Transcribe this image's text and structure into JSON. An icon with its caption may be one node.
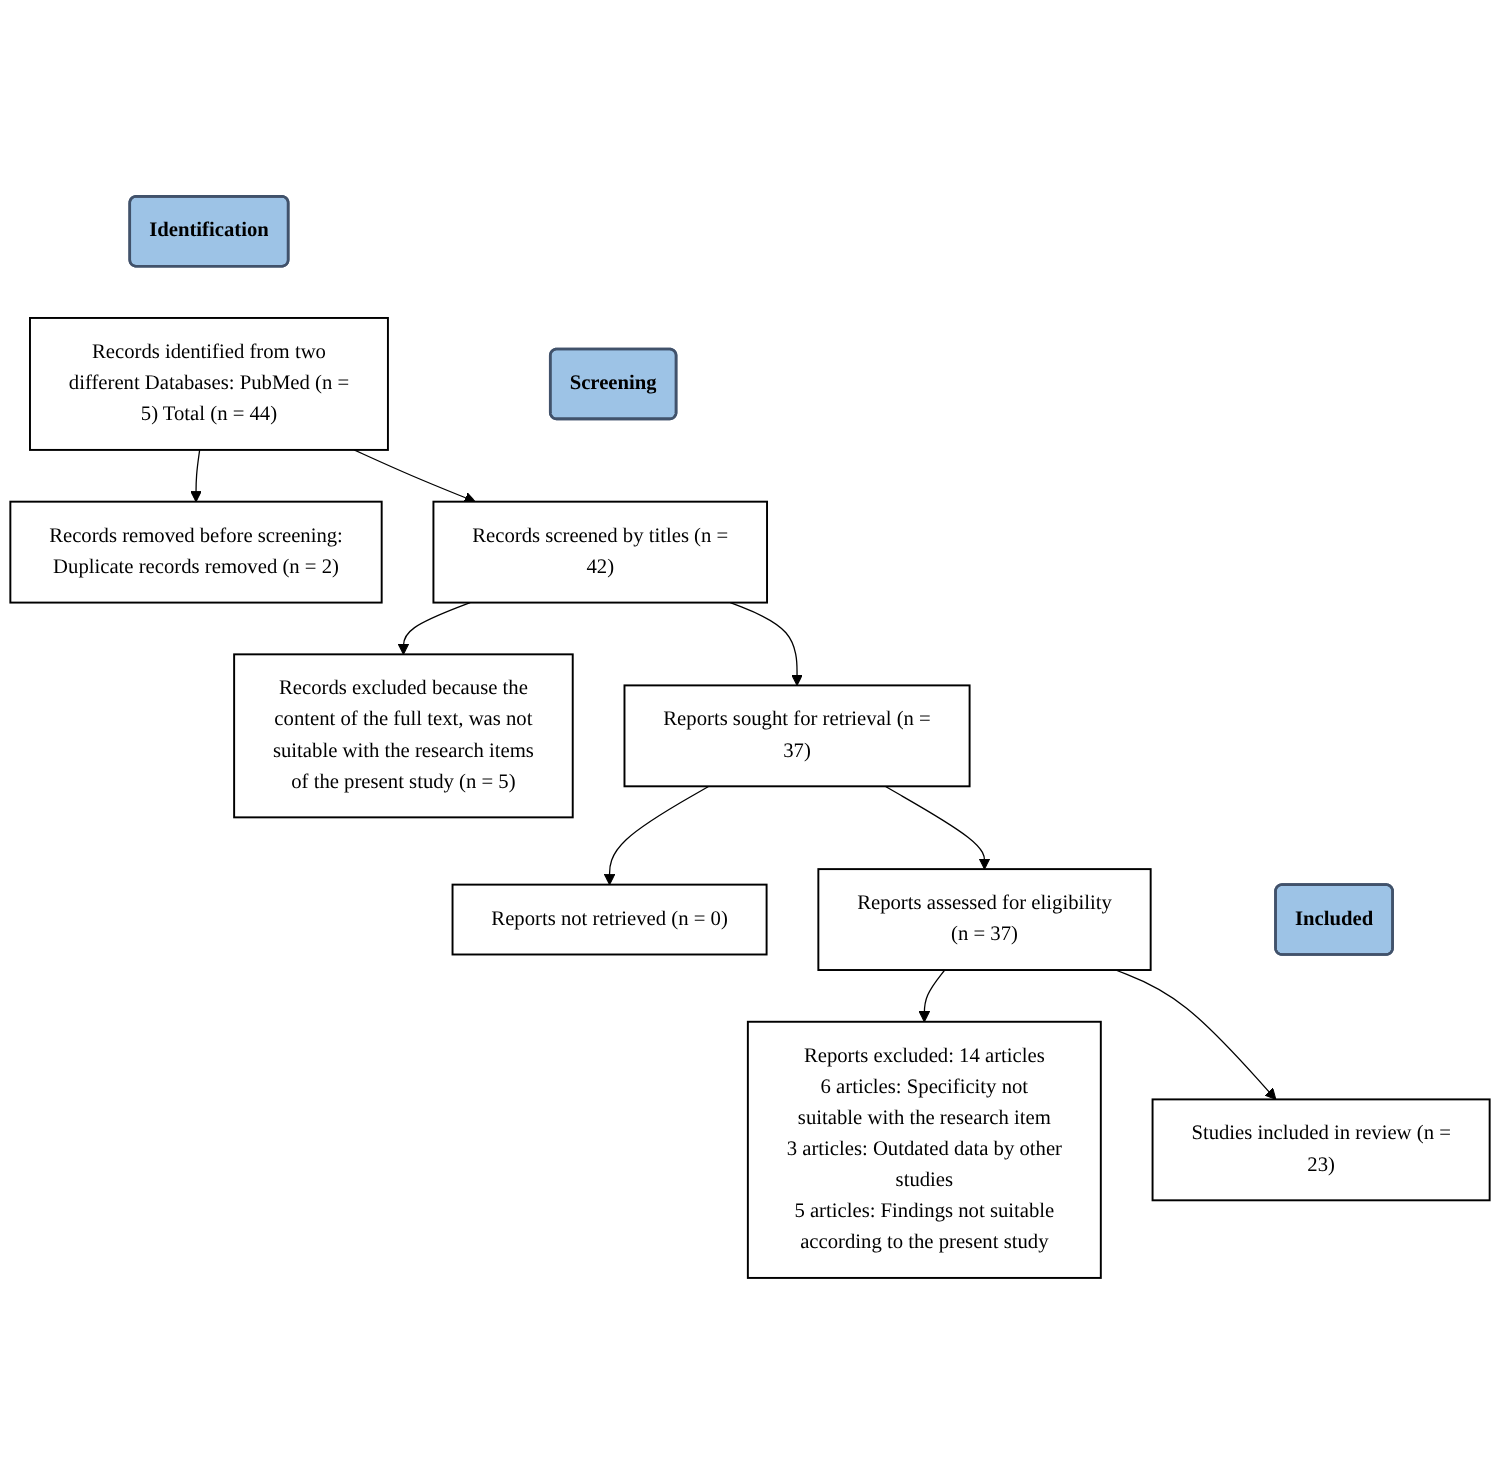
{
  "diagram": {
    "nodes": [
      {
        "text": [
          "Identification"
        ]
      },
      {
        "text": [
          "Records identified from two different Databases: PubMed (n = 5) Total (n = 44)"
        ]
      },
      {
        "text": [
          "Records removed before screening: Duplicate records removed (n = 2)"
        ]
      },
      {
        "text": [
          "Screening"
        ]
      },
      {
        "text": [
          "Records screened by titles (n = 42)"
        ]
      },
      {
        "text": [
          "Records excluded because the content of the full text, was not suitable with the research items of the present study (n = 5)"
        ]
      },
      {
        "text": [
          "Reports sought for retrieval (n = 37)"
        ]
      },
      {
        "text": [
          "Reports not retrieved (n = 0)"
        ]
      },
      {
        "text": [
          "Reports assessed for eligibility (n = 37)"
        ]
      },
      {
        "text": [
          "Reports excluded: 14 articles",
          "6 articles: Specificity not suitable with the research item",
          "3 articles: Outdated data by other studies",
          "5 articles: Findings not suitable according to the present study"
        ]
      },
      {
        "text": [
          "Included"
        ]
      },
      {
        "text": [
          "Studies included in review (n = 23)"
        ]
      }
    ],
    "edges": [
      {
        "from": 1,
        "to": 2,
        "arrow": "to"
      },
      {
        "from": 1,
        "to": 4,
        "arrow": "to"
      },
      {
        "from": 4,
        "to": 5,
        "arrow": "to"
      },
      {
        "from": 4,
        "to": 6,
        "arrow": "to"
      },
      {
        "from": 6,
        "to": 7,
        "arrow": "to"
      },
      {
        "from": 6,
        "to": 8,
        "arrow": "to"
      },
      {
        "from": 8,
        "to": 9,
        "arrow": "to"
      },
      {
        "from": 8,
        "to": 11,
        "arrow": "to"
      }
    ]
  }
}
